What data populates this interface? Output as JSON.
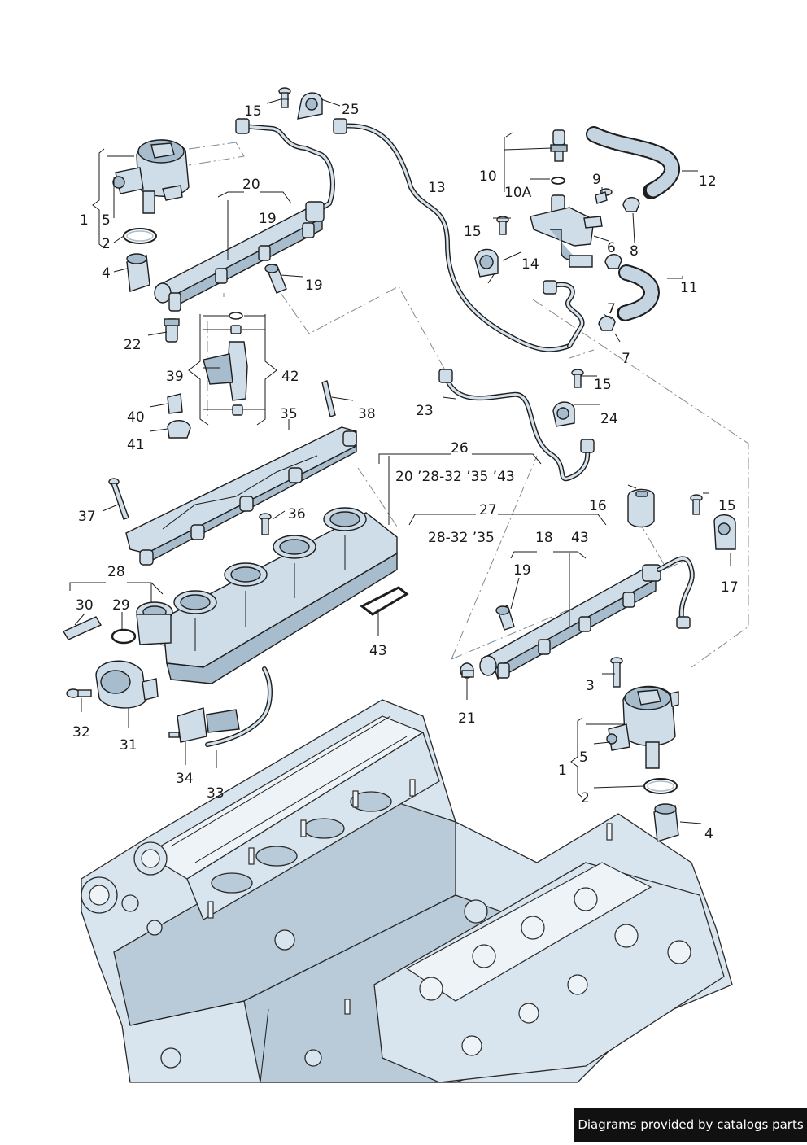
{
  "labels": {
    "c1_left": "1",
    "c2_left": "2",
    "c3": "3",
    "c4_left": "4",
    "c5_left": "5",
    "c6": "6",
    "c7_top": "7",
    "c7_bottom": "7",
    "c8": "8",
    "c9": "9",
    "c10": "10",
    "c10a": "10A",
    "c11": "11",
    "c12": "12",
    "c13": "13",
    "c14": "14",
    "c15_top": "15",
    "c15_mid": "15",
    "c15_right": "15",
    "c15_r2": "15",
    "c16": "16",
    "c17": "17",
    "c18": "18",
    "c19_upper": "19",
    "c19_mid": "19",
    "c19_lower": "19",
    "c20": "20",
    "c21": "21",
    "c22": "22",
    "c23": "23",
    "c24": "24",
    "c25": "25",
    "c26": "26",
    "c26_sub": "20 ’28-32   ’35 ’43",
    "c27": "27",
    "c27_sub": "28-32   ’35",
    "c28": "28",
    "c29": "29",
    "c30": "30",
    "c31": "31",
    "c32": "32",
    "c33": "33",
    "c34": "34",
    "c35": "35",
    "c36": "36",
    "c37": "37",
    "c38": "38",
    "c39": "39",
    "c40": "40",
    "c41": "41",
    "c42": "42",
    "c43_mid": "43",
    "c43_right": "43",
    "c1_right": "1",
    "c2_right": "2",
    "c4_right": "4",
    "c5_right": "5"
  },
  "footer": {
    "text": "Diagrams provided by catalogs parts"
  }
}
